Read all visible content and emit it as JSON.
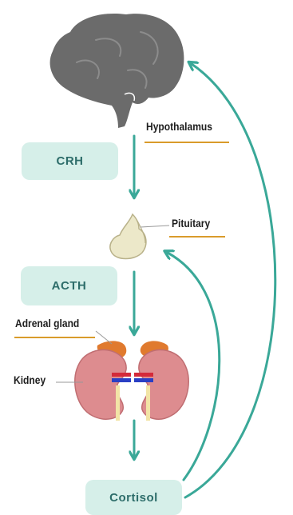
{
  "hormones": {
    "crh": "CRH",
    "acth": "ACTH",
    "cortisol": "Cortisol"
  },
  "labels": {
    "hypothalamus": "Hypothalamus",
    "pituitary": "Pituitary",
    "adrenal_gland": "Adrenal gland",
    "kidney": "Kidney"
  },
  "colors": {
    "arrow": "#3aa898",
    "pill_bg": "#d6efe9",
    "pill_text": "#2d6d6a",
    "underline": "#d99b2b",
    "brain": "#6b6b6b",
    "kidney": "#dd8c8f",
    "adrenal": "#e07a2e",
    "pituitary": "#ece8c9"
  }
}
